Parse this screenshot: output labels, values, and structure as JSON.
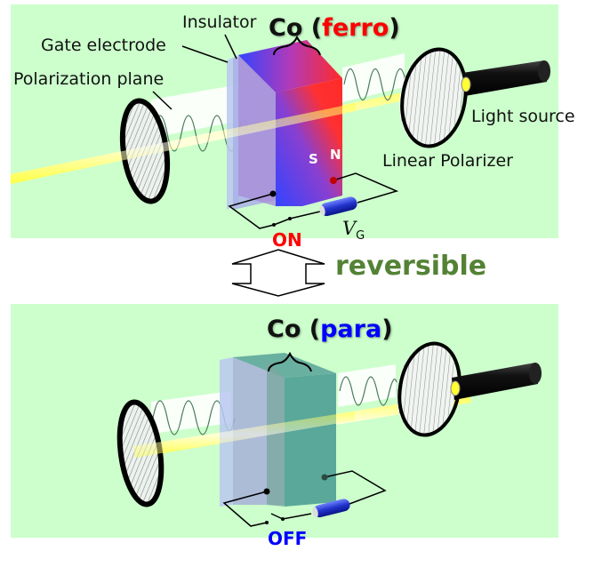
{
  "top": {
    "labels": {
      "insulator": "Insulator",
      "gate_electrode": "Gate electrode",
      "polarization_plane": "Polarization plane",
      "light_source": "Light source",
      "linear_polarizer": "Linear Polarizer"
    },
    "co_title": {
      "prefix": "Co (",
      "state": "ferro",
      "suffix": ")"
    },
    "poles": {
      "south": "S",
      "north": "N"
    },
    "voltage": {
      "symbol": "V",
      "subscript": "G"
    },
    "switch_state": "ON"
  },
  "middle": {
    "reversible_label": "reversible"
  },
  "bottom": {
    "co_title": {
      "prefix": "Co (",
      "state": "para",
      "suffix": ")"
    },
    "switch_state": "OFF"
  },
  "colors": {
    "panel_bg": "#ccffcc",
    "ferro": "#ff0000",
    "para": "#0000ff",
    "on": "#ff0000",
    "off": "#0000ff",
    "reversible": "#548235",
    "magnet_north": "#ff3333",
    "magnet_south": "#3333ff",
    "para_block": "#5aa89a",
    "beam": "#ffff33"
  }
}
